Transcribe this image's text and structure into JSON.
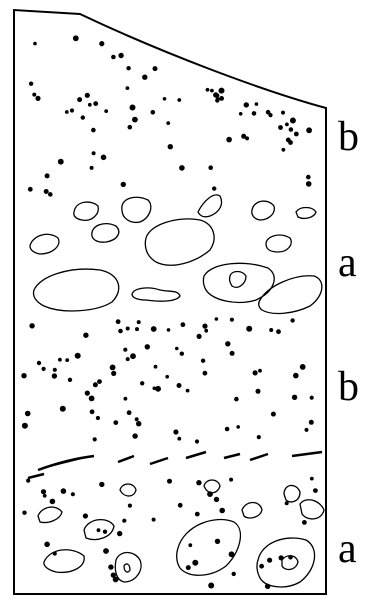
{
  "figure": {
    "labels": [
      {
        "id": "label-1",
        "text": "b"
      },
      {
        "id": "label-2",
        "text": "a"
      },
      {
        "id": "label-3",
        "text": "b"
      },
      {
        "id": "label-4",
        "text": "a"
      }
    ]
  },
  "colors": {
    "ink": "#000000",
    "background": "#ffffff"
  }
}
